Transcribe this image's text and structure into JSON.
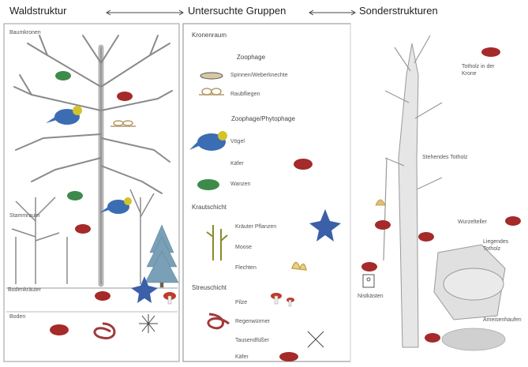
{
  "header": {
    "left": "Waldstruktur",
    "center": "Untersuchte Gruppen",
    "right": "Sonderstrukturen"
  },
  "left": {
    "zones": [
      "Baumkronen",
      "Stammraum",
      "Bodenkräuter",
      "Boden"
    ]
  },
  "center": {
    "sections": [
      {
        "title": "Kronenraum",
        "items": [
          {
            "subtitle": "Zoophage",
            "rows": [
              "Spinnen/Weberknechte",
              "Raubfliegen"
            ]
          },
          {
            "subtitle": "Zoophage/Phytophage",
            "rows": [
              "Vögel",
              "Käfer",
              "Wanzen"
            ]
          }
        ]
      },
      {
        "title": "Krautschicht",
        "rows": [
          "Kräuter Pflanzen",
          "Moose",
          "Flechten"
        ]
      },
      {
        "title": "Streuschicht",
        "rows": [
          "Pilze",
          "Regenwürmer",
          "Tausendfüßer",
          "Käfer"
        ]
      }
    ]
  },
  "right": {
    "labels": [
      "Totholz in der Krone",
      "Stehendes Totholz",
      "Wurzelteller",
      "Liegendes Totholz",
      "Nistkästen",
      "Ameisenhaufen"
    ]
  },
  "colors": {
    "tree": "#7a7a7a",
    "beetle": "#a52a2a",
    "bird_blue": "#3b6db3",
    "bird_yellow": "#d4c22a",
    "green_bug": "#3e8a4a",
    "star": "#3b5fa8",
    "mushroom": "#c0392b"
  }
}
